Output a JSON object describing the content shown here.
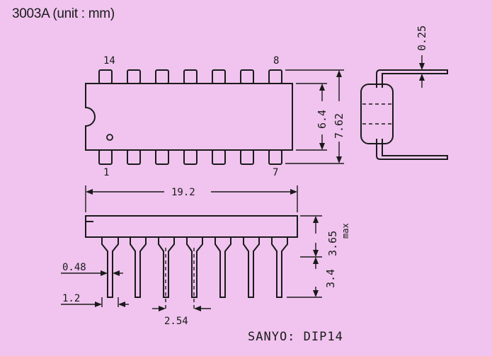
{
  "header": {
    "title": "3003A (unit : mm)"
  },
  "footer": {
    "package_label": "SANYO: DIP14"
  },
  "top_view": {
    "pin_14": "14",
    "pin_8": "8",
    "pin_1": "1",
    "pin_7": "7",
    "dim_body_width": "6.4",
    "dim_pin_spacing": "7.62"
  },
  "side_view": {
    "dim_lead_thickness": "0.25"
  },
  "front_view": {
    "dim_length": "19.2",
    "dim_height": "3.65",
    "dim_height_note": "max",
    "dim_lead_length": "3.4",
    "dim_lead_width": "0.48",
    "dim_lead_shoulder": "1.2",
    "dim_pitch": "2.54"
  }
}
